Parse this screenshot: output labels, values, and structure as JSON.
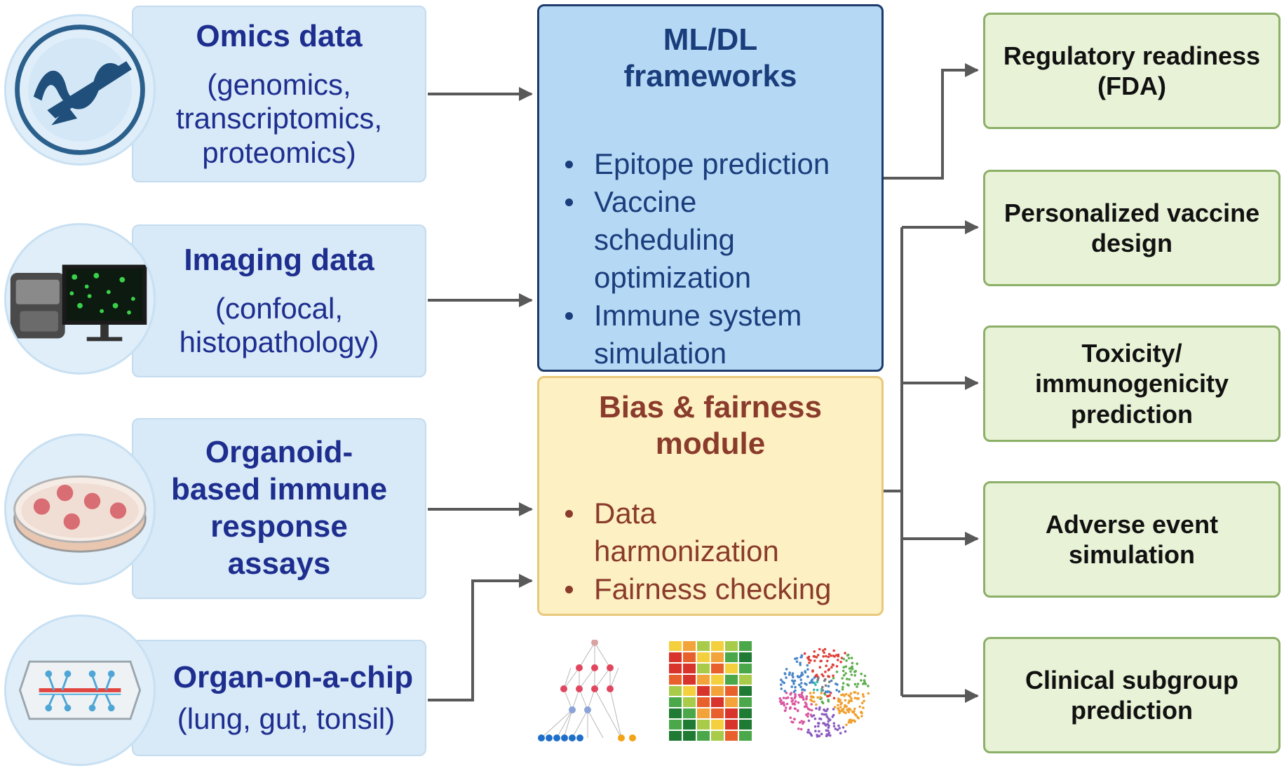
{
  "inputs": [
    {
      "title": "Omics data",
      "subtitle": "(genomics, transcriptomics, proteomics)",
      "icon": "dna-icon"
    },
    {
      "title": "Imaging data",
      "subtitle": "(confocal, histopathology)",
      "icon": "microscope-icon"
    },
    {
      "title": "Organoid-based immune response assays",
      "subtitle": "",
      "icon": "petri-dish-icon"
    },
    {
      "title": "Organ-on-a-chip",
      "subtitle": "(lung, gut, tonsil)",
      "icon": "chip-icon"
    }
  ],
  "ml_box": {
    "title": "ML/DL frameworks",
    "items": [
      "Epitope prediction",
      "Vaccine scheduling optimization",
      "Immune system simulation"
    ]
  },
  "bias_box": {
    "title": "Bias & fairness module",
    "items": [
      "Data harmonization",
      "Fairness checking"
    ]
  },
  "outputs": [
    "Regulatory readiness (FDA)",
    "Personalized vaccine design",
    "Toxicity/ immunogenicity prediction",
    "Adverse event simulation",
    "Clinical subgroup prediction"
  ],
  "bottom_icons": [
    "neural-network-icon",
    "heatmap-icon",
    "cluster-scatter-icon"
  ],
  "colors": {
    "input_fill": "#d8e9f7",
    "input_text": "#1d2e8f",
    "ml_fill": "#b5d9f4",
    "ml_border": "#1d3a6b",
    "bias_fill": "#fdf0c3",
    "bias_text": "#8a3b2b",
    "output_fill": "#e8f2d6",
    "output_border": "#8cb068",
    "arrow": "#595959"
  }
}
